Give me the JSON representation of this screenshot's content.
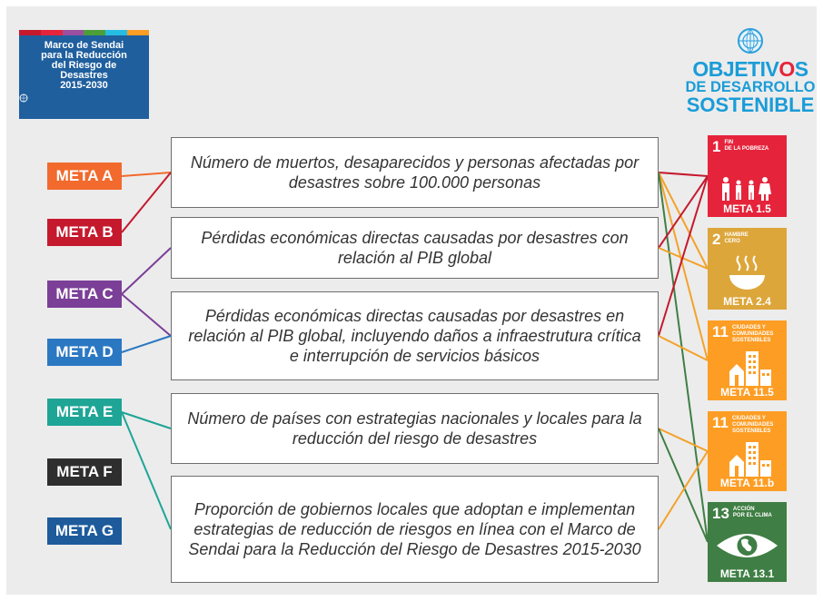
{
  "sendai": {
    "lines": [
      "Marco de Sendai",
      "para la Reducción",
      "del Riesgo de",
      "Desastres",
      "2015-2030"
    ],
    "stripe_colors": [
      "#c5192d",
      "#e5243b",
      "#9b4fa0",
      "#4c9f38",
      "#26bde2",
      "#fd9d24"
    ]
  },
  "ods": {
    "line1_parts": [
      {
        "text": "OBJETIV",
        "color": "#1a9cd8"
      },
      {
        "text": "O",
        "color": "#e5243b"
      },
      {
        "text": "S",
        "color": "#1a9cd8"
      }
    ],
    "line2": "DE DESARROLLO",
    "line3": "SOSTENIBLE"
  },
  "metas": [
    {
      "id": "a",
      "label": "META A",
      "color": "#f26a2d"
    },
    {
      "id": "b",
      "label": "META B",
      "color": "#c5192d"
    },
    {
      "id": "c",
      "label": "META C",
      "color": "#7b3f98"
    },
    {
      "id": "d",
      "label": "META D",
      "color": "#2b78c2"
    },
    {
      "id": "e",
      "label": "META E",
      "color": "#1ea596"
    },
    {
      "id": "f",
      "label": "META F",
      "color": "#2e2e2e"
    },
    {
      "id": "g",
      "label": "META G",
      "color": "#1d5b9b"
    }
  ],
  "indicators": [
    {
      "id": "1",
      "text": "Número de muertos, desaparecidos y personas afectadas por desastres sobre 100.000 personas"
    },
    {
      "id": "2",
      "text": "Pérdidas económicas directas causadas por desastres con relación al PIB global"
    },
    {
      "id": "3",
      "text": "Pérdidas económicas directas causadas por desastres en relación al PIB global, incluyendo daños a infraestrutura crítica e interrupción de servicios básicos"
    },
    {
      "id": "4",
      "text": "Número de países con estrategias nacionales y locales para la reducción del riesgo de desastres"
    },
    {
      "id": "5",
      "text": "Proporción de gobiernos locales que adoptan e implementan estrategias de reducción de riesgos en línea con el Marco de Sendai para la Reducción del Riesgo de Desastres 2015-2030"
    }
  ],
  "sdgs": [
    {
      "id": "1",
      "number": "1",
      "title": "FIN\nDE LA POBREZA",
      "meta": "META 1.5",
      "color": "#e5243b",
      "icon": "family-icon"
    },
    {
      "id": "2",
      "number": "2",
      "title": "HAMBRE\nCERO",
      "meta": "META 2.4",
      "color": "#dda63a",
      "icon": "bowl-icon"
    },
    {
      "id": "11a",
      "number": "11",
      "title": "CIUDADES Y\nCOMUNIDADES\nSOSTENIBLES",
      "meta": "META 11.5",
      "color": "#fd9d24",
      "icon": "city-icon"
    },
    {
      "id": "11b",
      "number": "11",
      "title": "CIUDADES Y\nCOMUNIDADES\nSOSTENIBLES",
      "meta": "META 11.b",
      "color": "#fd9d24",
      "icon": "city-icon"
    },
    {
      "id": "13",
      "number": "13",
      "title": "ACCIÓN\nPOR EL CLIMA",
      "meta": "META 13.1",
      "color": "#3f7e44",
      "icon": "eye-globe-icon"
    }
  ],
  "links": [
    {
      "from": "meta-a",
      "to": "ind-1",
      "color": "#f26a2d"
    },
    {
      "from": "meta-b",
      "to": "ind-1",
      "color": "#c5192d"
    },
    {
      "from": "meta-c",
      "to": "ind-2",
      "color": "#7b3f98"
    },
    {
      "from": "meta-c",
      "to": "ind-3",
      "color": "#7b3f98"
    },
    {
      "from": "meta-d",
      "to": "ind-3",
      "color": "#2b78c2"
    },
    {
      "from": "meta-e",
      "to": "ind-4",
      "color": "#1ea596"
    },
    {
      "from": "meta-e",
      "to": "ind-5",
      "color": "#1ea596"
    },
    {
      "from": "ind-1",
      "to": "sdg-1",
      "color": "#c5192d"
    },
    {
      "from": "ind-1",
      "to": "sdg-2",
      "color": "#f3a22a"
    },
    {
      "from": "ind-1",
      "to": "sdg-11a",
      "color": "#f3a22a"
    },
    {
      "from": "ind-1",
      "to": "sdg-13",
      "color": "#3f7e44"
    },
    {
      "from": "ind-2",
      "to": "sdg-1",
      "color": "#c5192d"
    },
    {
      "from": "ind-2",
      "to": "sdg-2",
      "color": "#f3a22a"
    },
    {
      "from": "ind-3",
      "to": "sdg-1",
      "color": "#c5192d"
    },
    {
      "from": "ind-3",
      "to": "sdg-11a",
      "color": "#f3a22a"
    },
    {
      "from": "ind-4",
      "to": "sdg-11b",
      "color": "#f3a22a"
    },
    {
      "from": "ind-4",
      "to": "sdg-13",
      "color": "#3f7e44"
    },
    {
      "from": "ind-5",
      "to": "sdg-11b",
      "color": "#f3a22a"
    }
  ]
}
